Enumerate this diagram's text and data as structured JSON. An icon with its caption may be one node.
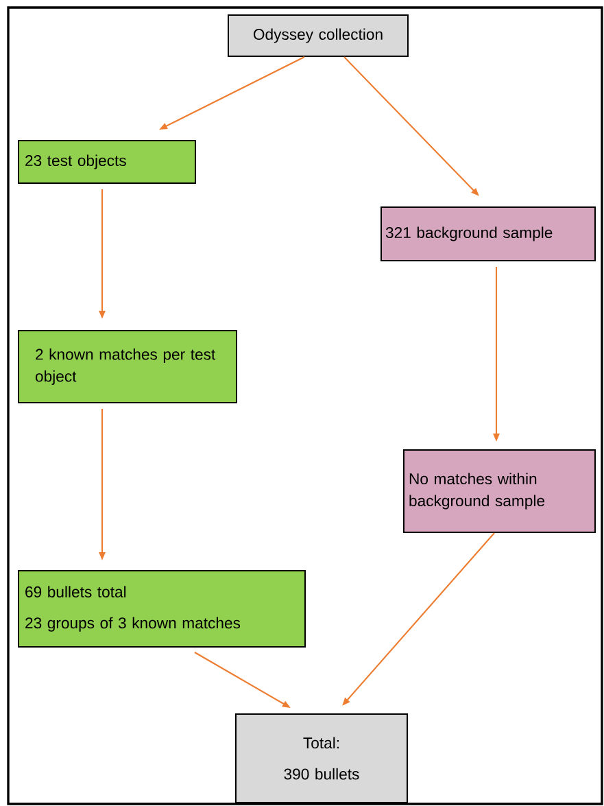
{
  "diagram": {
    "nodes": [
      {
        "text": [
          "Odyssey collection"
        ]
      },
      {
        "text": [
          "23 test objects"
        ]
      },
      {
        "text": [
          "321 background sample"
        ]
      },
      {
        "text": [
          "2 known matches per test object"
        ]
      },
      {
        "text": [
          "No matches within background sample"
        ]
      },
      {
        "text": [
          "69 bullets total",
          "23 groups of 3 known matches"
        ]
      },
      {
        "text": [
          "Total:",
          "390 bullets"
        ]
      }
    ],
    "edges": [
      {
        "from": 0,
        "to": 1,
        "arrow": "to"
      },
      {
        "from": 0,
        "to": 2,
        "arrow": "to"
      },
      {
        "from": 1,
        "to": 3,
        "arrow": "to"
      },
      {
        "from": 2,
        "to": 4,
        "arrow": "to"
      },
      {
        "from": 3,
        "to": 5,
        "arrow": "to"
      },
      {
        "from": 5,
        "to": 6,
        "arrow": "to"
      },
      {
        "from": 4,
        "to": 6,
        "arrow": "to"
      }
    ]
  }
}
